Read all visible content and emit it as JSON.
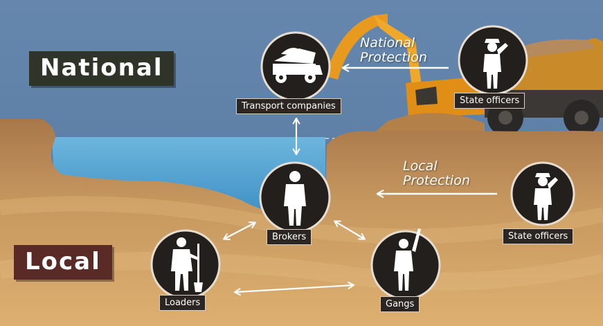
{
  "levels": {
    "national": "National",
    "local": "Local"
  },
  "nodes": {
    "transport": {
      "label": "Transport companies",
      "icon": "dump-truck-icon"
    },
    "state_national": {
      "label": "State officers",
      "icon": "saluting-officer-icon"
    },
    "brokers": {
      "label": "Brokers",
      "icon": "businessman-icon"
    },
    "state_local": {
      "label": "State officers",
      "icon": "saluting-officer-icon"
    },
    "loaders": {
      "label": "Loaders",
      "icon": "worker-shovel-icon"
    },
    "gangs": {
      "label": "Gangs",
      "icon": "gang-member-bat-icon"
    }
  },
  "protection": {
    "national": {
      "line1": "National",
      "line2": "Protection"
    },
    "local": {
      "line1": "Local",
      "line2": "Protection"
    }
  },
  "colors": {
    "sky": "#5d7fa6",
    "water": "#4f9fd0",
    "soil_top": "#c89a62",
    "soil_bottom": "#dcae6e",
    "national_box": "#2f3428",
    "local_box": "#5a2a26",
    "circle": "#231f1c"
  }
}
